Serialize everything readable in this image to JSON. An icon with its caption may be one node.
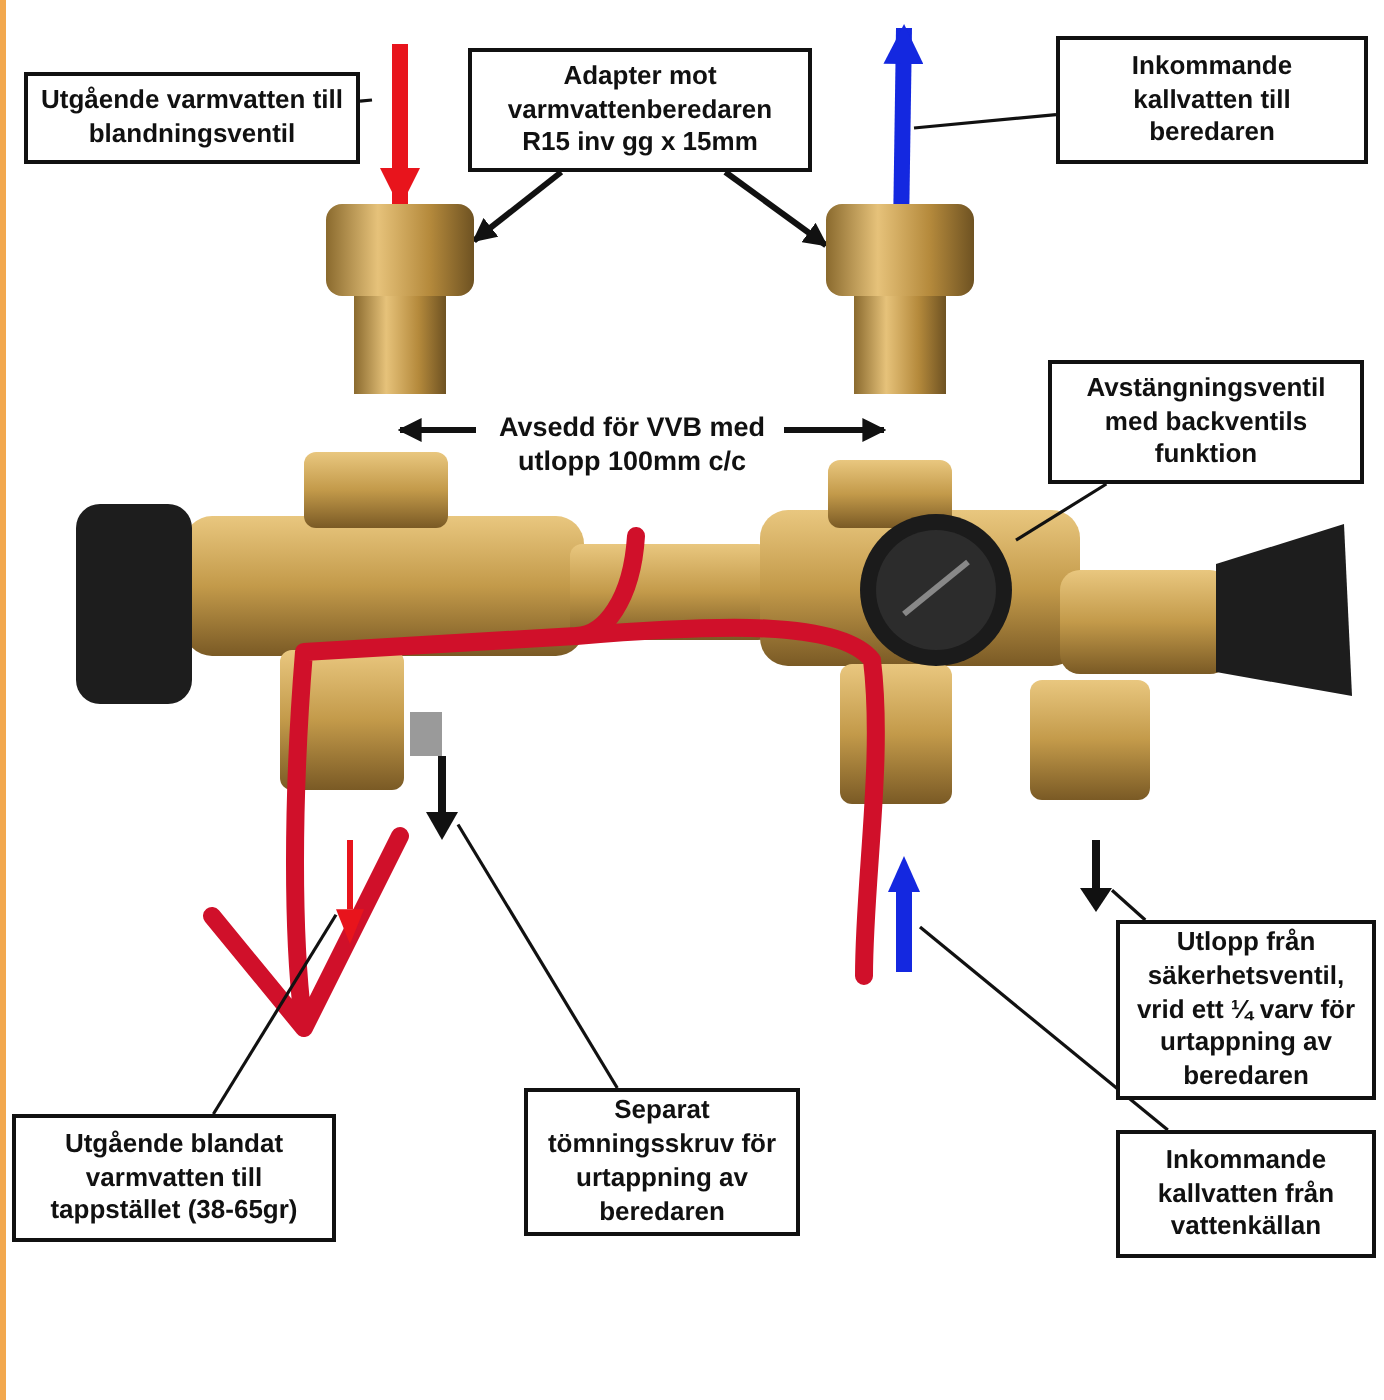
{
  "diagram": {
    "nodes": [
      {
        "text": [
          "Utgående varmvatten till blandningsventil"
        ]
      },
      {
        "text": [
          "Adapter mot varmvattenberedaren R15 inv gg x 15mm"
        ]
      },
      {
        "text": [
          "Inkommande kallvatten till beredaren"
        ]
      },
      {
        "text": [],
        "shape": "picture"
      },
      {
        "text": [],
        "shape": "picture"
      },
      {
        "text": [
          "Avstängningsventil med backventils funktion"
        ]
      },
      {
        "text": [],
        "shape": "picture"
      },
      {
        "text": [],
        "shape": "arrow"
      },
      {
        "text": [
          "Utlopp från säkerhetsventil, vrid ett ¼ varv för urtappning av beredaren"
        ]
      },
      {
        "text": [],
        "shape": "arrow"
      },
      {
        "text": [
          "Utgående blandat varmvatten till tappstället (38-65gr)"
        ]
      },
      {
        "text": [
          "Separat tömningsskruv för urtappning av beredaren"
        ]
      },
      {
        "text": [],
        "shape": "arrow"
      },
      {
        "text": [],
        "shape": "arrow"
      },
      {
        "text": [
          "Inkommande kallvatten från vattenkällan"
        ]
      }
    ],
    "edges": [
      {
        "from": 0,
        "to": null,
        "arrow": "none"
      },
      {
        "from": null,
        "to": 3,
        "arrow": "to",
        "style": "thick",
        "color": "#e8141c"
      },
      {
        "from": 4,
        "to": null,
        "arrow": "to",
        "style": "thick",
        "color": "#1428e0"
      },
      {
        "from": 2,
        "to": null,
        "arrow": "none"
      },
      {
        "from": 1,
        "to": 3,
        "arrow": "to"
      },
      {
        "from": 1,
        "to": 4,
        "arrow": "to"
      },
      {
        "from": 5,
        "to": 6,
        "arrow": "none"
      },
      {
        "from": 8,
        "to": 7,
        "arrow": "none"
      },
      {
        "from": 10,
        "to": 9,
        "arrow": "none"
      },
      {
        "from": 11,
        "to": 12,
        "arrow": "none"
      },
      {
        "from": 14,
        "to": 13,
        "arrow": "none"
      }
    ],
    "labels": [
      "Avsedd för VVB med utlopp 100mm c/c"
    ]
  }
}
